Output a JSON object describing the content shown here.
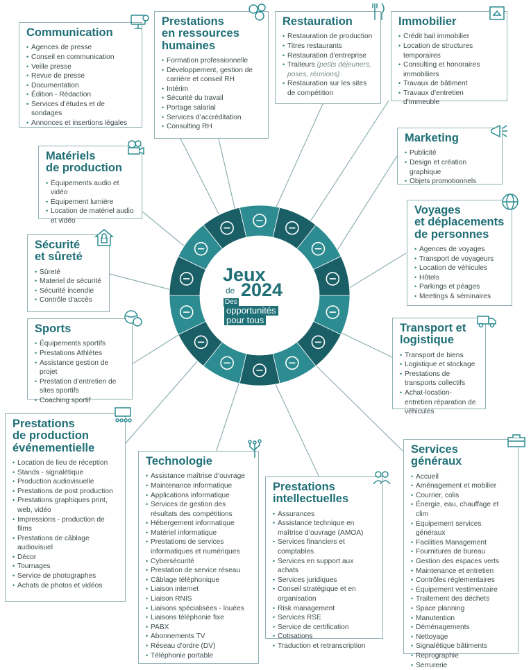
{
  "center": {
    "title_line1": "Jeux",
    "title_de": "de",
    "title_year": "2024",
    "subtitle_line1": "Des",
    "subtitle_line2": "opportunités",
    "subtitle_line3": "pour tous"
  },
  "colors": {
    "accent": "#1f6f76",
    "wheel_light": "#2c8c91",
    "wheel_dark": "#1b5f66",
    "line": "#8fb0b3"
  },
  "categories": [
    {
      "id": "communication",
      "title_lines": [
        "Communication"
      ],
      "icon": "presentation-screen-icon",
      "items": [
        "Agences de presse",
        "Conseil en communication",
        "Veille presse",
        "Revue de presse",
        "Documentation",
        "Édition - Rédaction",
        "Services d’études et de sondages",
        "Annonces et insertions légales"
      ]
    },
    {
      "id": "rh",
      "title_lines": [
        "Prestations",
        "en ressources",
        "humaines"
      ],
      "icon": "people-speech-bubbles-icon",
      "items": [
        "Formation professionnelle",
        "Développement, gestion de carrière et conseil RH",
        "Intérim",
        "Sécurité du travail",
        "Portage salarial",
        "Services d’accréditation",
        "Consulting RH"
      ]
    },
    {
      "id": "restauration",
      "title_lines": [
        "Restauration"
      ],
      "icon": "fork-knife-icon",
      "items": [
        "Restauration de production",
        "Titres restaurants",
        "Restauration d’entreprise",
        "Traiteurs",
        "Restauration sur les sites de compétition"
      ],
      "traiteurs_note": "(petits déjeuners, poses, réunions)"
    },
    {
      "id": "immobilier",
      "title_lines": [
        "Immobilier"
      ],
      "icon": "house-sign-icon",
      "items": [
        "Crédit bail immobilier",
        "Location de structures temporaires",
        "Consulting et honoraires immobiliers",
        "Travaux de bâtiment",
        "Travaux d’entretien d’immeuble"
      ]
    },
    {
      "id": "materiels",
      "title_lines": [
        "Matériels",
        "de production"
      ],
      "icon": "video-camera-icon",
      "items": [
        "Équipements audio et vidéo",
        "Équipement lumière",
        "Location de matériel audio et vidéo"
      ]
    },
    {
      "id": "marketing",
      "title_lines": [
        "Marketing"
      ],
      "icon": "megaphone-icon",
      "items": [
        "Publicité",
        "Design et création graphique",
        "Objets promotionnels"
      ]
    },
    {
      "id": "securite",
      "title_lines": [
        "Sécurité",
        "et sûreté"
      ],
      "icon": "house-lock-icon",
      "items": [
        "Sûreté",
        "Materiel de sécurité",
        "Sécurité incendie",
        "Contrôle d’accès"
      ]
    },
    {
      "id": "voyages",
      "title_lines": [
        "Voyages",
        "et déplacements",
        "de personnes"
      ],
      "icon": "globe-icon",
      "items": [
        "Agences de voyages",
        "Transport de voyageurs",
        "Location de véhicules",
        "Hôtels",
        "Parkings et péages",
        "Meetings & séminaires"
      ]
    },
    {
      "id": "sports",
      "title_lines": [
        "Sports"
      ],
      "icon": "sports-balls-icon",
      "items": [
        "Équipements sportifs",
        "Prestations Athlètes",
        "Assistance gestion de projet",
        "Prestation d’entretien de sites sportifs",
        "Coaching sportif"
      ]
    },
    {
      "id": "transport",
      "title_lines": [
        "Transport et",
        "logistique"
      ],
      "icon": "truck-icon",
      "items": [
        "Transport de biens",
        "Logistique et stockage",
        "Prestations de transports collectifs",
        "Achat-location-entretien réparation de véhicules"
      ]
    },
    {
      "id": "evenementielle",
      "title_lines": [
        "Prestations",
        "de production",
        "événementielle"
      ],
      "icon": "stage-audience-icon",
      "items": [
        "Location de lieu de réception",
        "Stands - signalétique",
        "Production audiovisuelle",
        "Prestations de post production",
        "Prestations graphiques print, web, vidéo",
        "Impressions - production de films",
        "Prestations de câblage audiovisuel",
        "Décor",
        "Tournages",
        "Service de photographes",
        "Achats de photos et vidéos"
      ]
    },
    {
      "id": "technologie",
      "title_lines": [
        "Technologie"
      ],
      "icon": "circuit-icon",
      "items": [
        "Assistance maîtrise d’ouvrage",
        "Maintenance informatique",
        "Applications informatique",
        "Services de gestion des résultats des compétitions",
        "Hébergement informatique",
        "Matériel informatique",
        "Prestations de services informatiques et numériques",
        "Cybersécurité",
        "Prestation de service réseau",
        "Câblage téléphonique",
        "Liaison internet",
        "Liaison RNIS",
        "Liaisons spécialisées - louées",
        "Liaisons téléphonie fixe",
        "PABX",
        "Abonnements TV",
        "Réseau d’ordre (DV)",
        "Téléphonie portable"
      ]
    },
    {
      "id": "intellectuelles",
      "title_lines": [
        "Prestations",
        "intellectuelles"
      ],
      "icon": "consultants-icon",
      "items": [
        "Assurances",
        "Assistance technique en maîtrise d’ouvrage (AMOA)",
        "Services financiers et comptables",
        "Services en support aux achats",
        "Services juridiques",
        "Conseil stratégique et en organisation",
        "Risk management",
        "Services RSE",
        "Service de certification",
        "Cotisations",
        "Traduction et retranscription"
      ]
    },
    {
      "id": "generaux",
      "title_lines": [
        "Services",
        "généraux"
      ],
      "icon": "toolbox-icon",
      "items": [
        "Accueil",
        "Aménagement et mobilier",
        "Courrier, colis",
        "Énergie, eau, chauffage et clim",
        "Équipement services généraux",
        "Facilities Management",
        "Fournitures de bureau",
        "Gestion des espaces verts",
        "Maintenance et entretien",
        "Contrôles réglementaires",
        "Équipement vestimentaire",
        "Traitement des déchets",
        "Space planning",
        "Manutention",
        "Déménagements",
        "Nettoyage",
        "Signalétique bâtiments",
        "Reprographie",
        "Serrurerie"
      ]
    }
  ]
}
